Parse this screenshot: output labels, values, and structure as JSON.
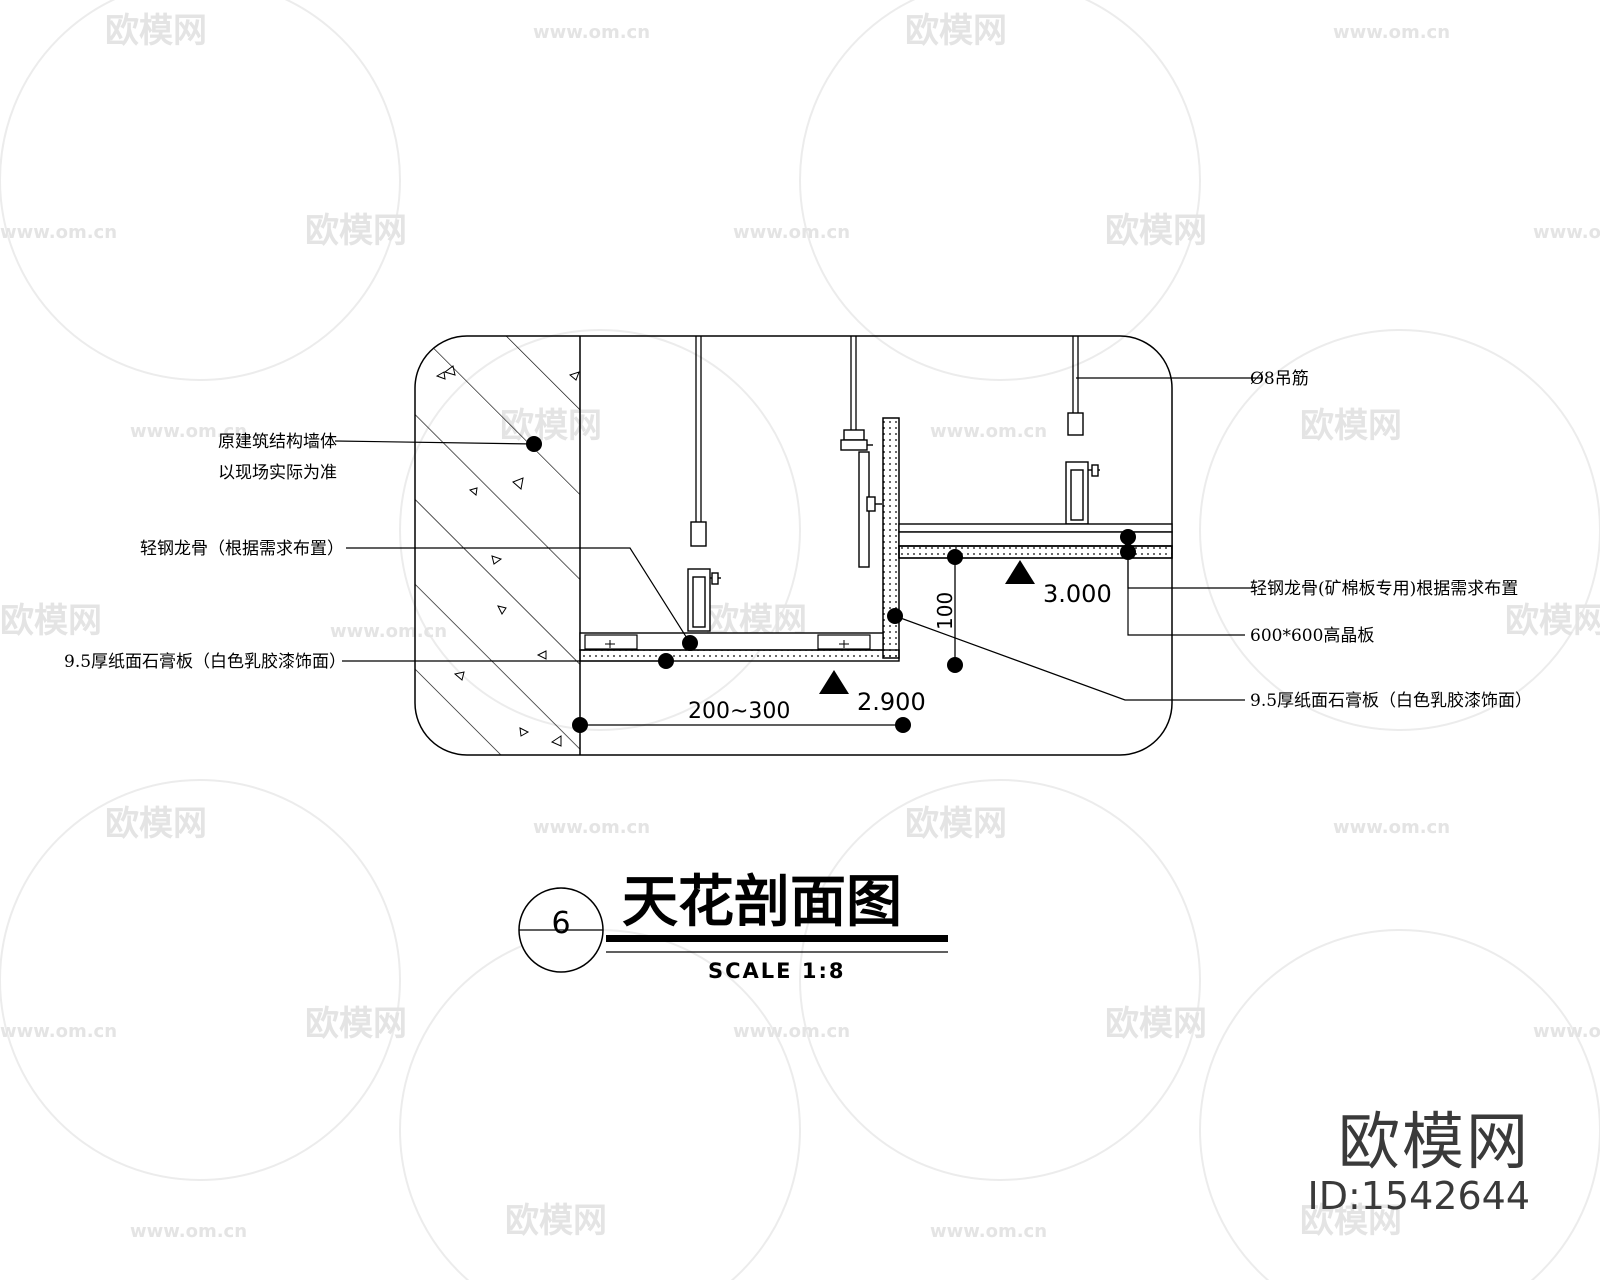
{
  "watermark": {
    "brand": "欧模网",
    "url": "www.om.cn"
  },
  "drawing": {
    "number": "6",
    "title": "天花剖面图",
    "scale": "SCALE 1:8",
    "labels": {
      "wall_line1": "原建筑结构墙体",
      "wall_line2": "以现场实际为准",
      "keel_left": "轻钢龙骨（根据需求布置）",
      "gypsum_left": "9.5厚纸面石膏板（白色乳胶漆饰面）",
      "rod": "Ø8吊筋",
      "keel_right": "轻钢龙骨(矿棉板专用)根据需求布置",
      "board_600": "600*600高晶板",
      "gypsum_right": "9.5厚纸面石膏板（白色乳胶漆饰面）"
    },
    "dims": {
      "elev_low": "2.900",
      "elev_high": "3.000",
      "width": "200~300",
      "drop": "100"
    }
  },
  "brand": {
    "name": "欧模网",
    "id": "ID:1542644"
  }
}
